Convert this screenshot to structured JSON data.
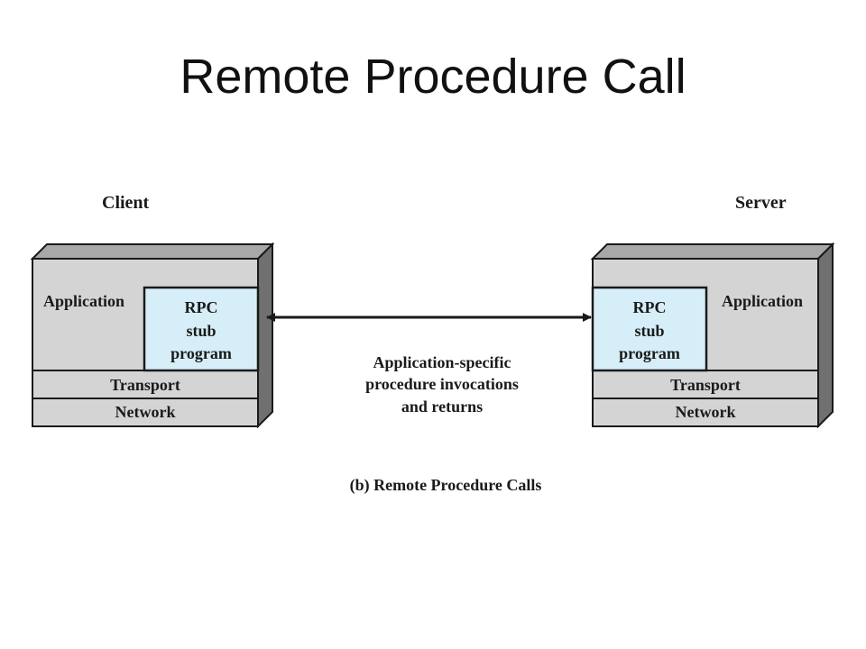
{
  "title": "Remote Procedure Call",
  "client": {
    "heading": "Client",
    "layers": {
      "application": "Application",
      "stub": [
        "RPC",
        "stub",
        "program"
      ],
      "transport": "Transport",
      "network": "Network"
    }
  },
  "server": {
    "heading": "Server",
    "layers": {
      "application": "Application",
      "stub": [
        "RPC",
        "stub",
        "program"
      ],
      "transport": "Transport",
      "network": "Network"
    }
  },
  "connector": {
    "label": [
      "Application-specific",
      "procedure invocations",
      "and returns"
    ]
  },
  "caption": "(b) Remote Procedure Calls",
  "colors": {
    "box_fill": "#d4d4d4",
    "box_side": "#707070",
    "box_top": "#a8a8a8",
    "stub_fill": "#d6eef8",
    "outline": "#1a1a1a"
  }
}
